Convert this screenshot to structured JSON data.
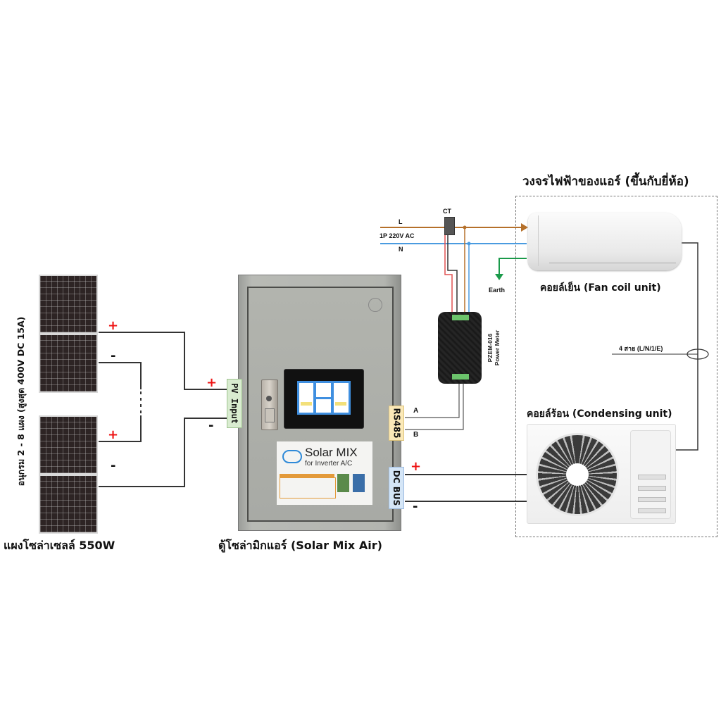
{
  "headers": {
    "ac_circuit_title": "วงจรไฟฟ้าของแอร์ (ขึ้นกับยี่ห้อ)",
    "solar_panel_caption": "แผงโซล่าเซลล์ 550W",
    "cabinet_caption": "ตู้โซล่ามิกแอร์ (Solar Mix Air)",
    "panel_series_note": "อนุกรม 2 - 8 แผง (สูงสุด 400V DC 15A)"
  },
  "ac_supply": {
    "line_label": "L",
    "neutral_label": "N",
    "supply_label": "1P 220V AC",
    "ct_label": "CT",
    "earth_label": "Earth"
  },
  "power_meter": {
    "model": "PZEM-016",
    "name": "Power Meter"
  },
  "cabinet": {
    "pv_input_label": "PV Input",
    "rs485_label": "RS485",
    "dc_bus_label": "DC BUS",
    "rs485_a": "A",
    "rs485_b": "B",
    "sticker_brand": "Solar MIX",
    "sticker_sub": "for Inverter A/C"
  },
  "ac_units": {
    "fan_coil_label": "คอยล์เย็น (Fan coil unit)",
    "condensing_label": "คอยล์ร้อน (Condensing unit)",
    "interconnect_label": "4 สาย (L/N/1/E)"
  },
  "polarity": {
    "plus": "+",
    "minus": "-"
  },
  "colors": {
    "line_wire": "#b5702a",
    "neutral_wire": "#4a9be0",
    "earth_wire": "#1a9a4a",
    "ct_red_wire": "#e05050",
    "pv_tag_bg": "#d9ecd0",
    "rs485_tag_bg": "#fbe9b8",
    "dcbus_tag_bg": "#d5e6f7",
    "plus_color": "#e11111"
  }
}
